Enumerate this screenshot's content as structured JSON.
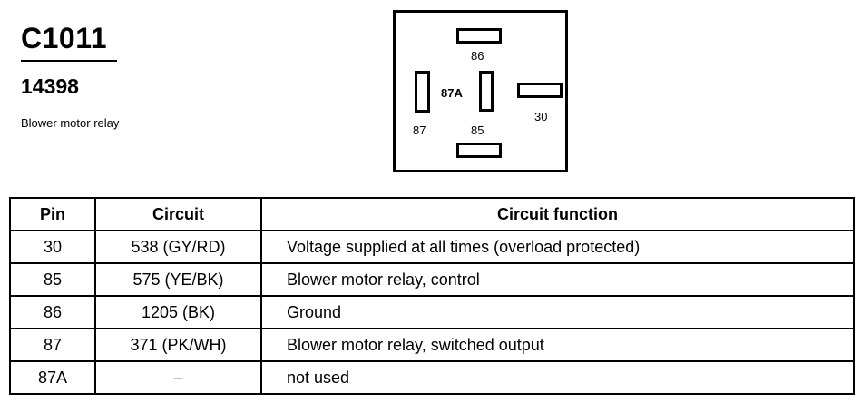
{
  "header": {
    "connector_code": "C1011",
    "part_number": "14398",
    "description": "Blower motor relay"
  },
  "connector": {
    "pin_labels": {
      "p86": "86",
      "p87a": "87A",
      "p87": "87",
      "p85": "85",
      "p30": "30"
    }
  },
  "table": {
    "headers": [
      "Pin",
      "Circuit",
      "Circuit function"
    ],
    "rows": [
      {
        "pin": "30",
        "circuit": "538 (GY/RD)",
        "function": "Voltage supplied at all times (overload protected)"
      },
      {
        "pin": "85",
        "circuit": "575 (YE/BK)",
        "function": "Blower motor relay, control"
      },
      {
        "pin": "86",
        "circuit": "1205 (BK)",
        "function": "Ground"
      },
      {
        "pin": "87",
        "circuit": "371 (PK/WH)",
        "function": "Blower motor relay, switched output"
      },
      {
        "pin": "87A",
        "circuit": "–",
        "function": "not used"
      }
    ]
  }
}
